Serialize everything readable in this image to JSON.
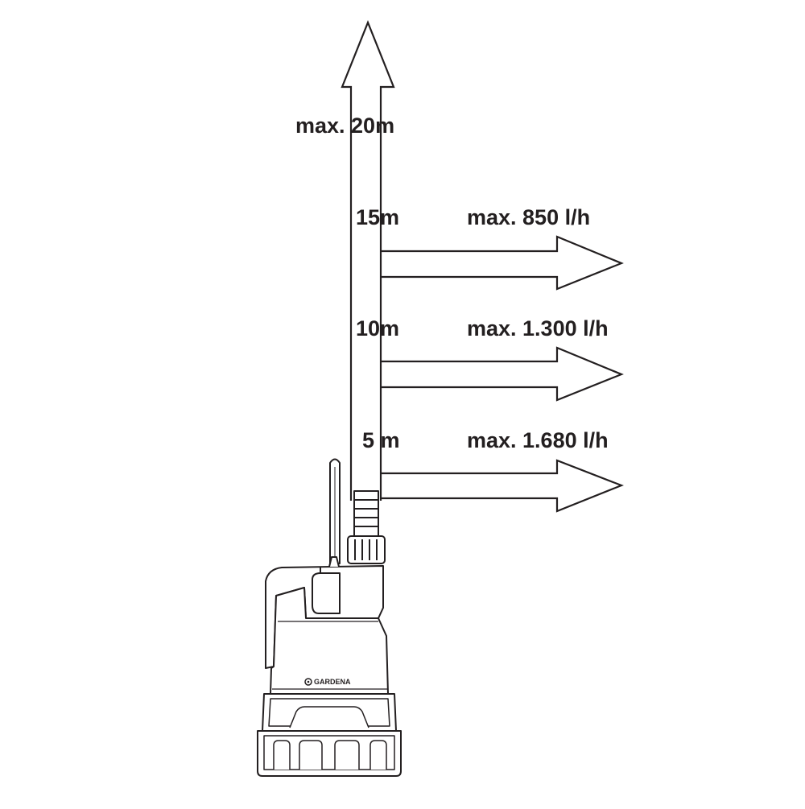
{
  "diagram": {
    "max_head_label": "max. 20m",
    "levels": [
      {
        "height_label": "15m",
        "flow_label": "max. 850 l/h"
      },
      {
        "height_label": "10m",
        "flow_label": "max. 1.300 l/h"
      },
      {
        "height_label": "5 m",
        "flow_label": "max. 1.680 l/h"
      }
    ],
    "brand": "GARDENA",
    "colors": {
      "ink": "#231f20",
      "background": "#ffffff"
    }
  }
}
